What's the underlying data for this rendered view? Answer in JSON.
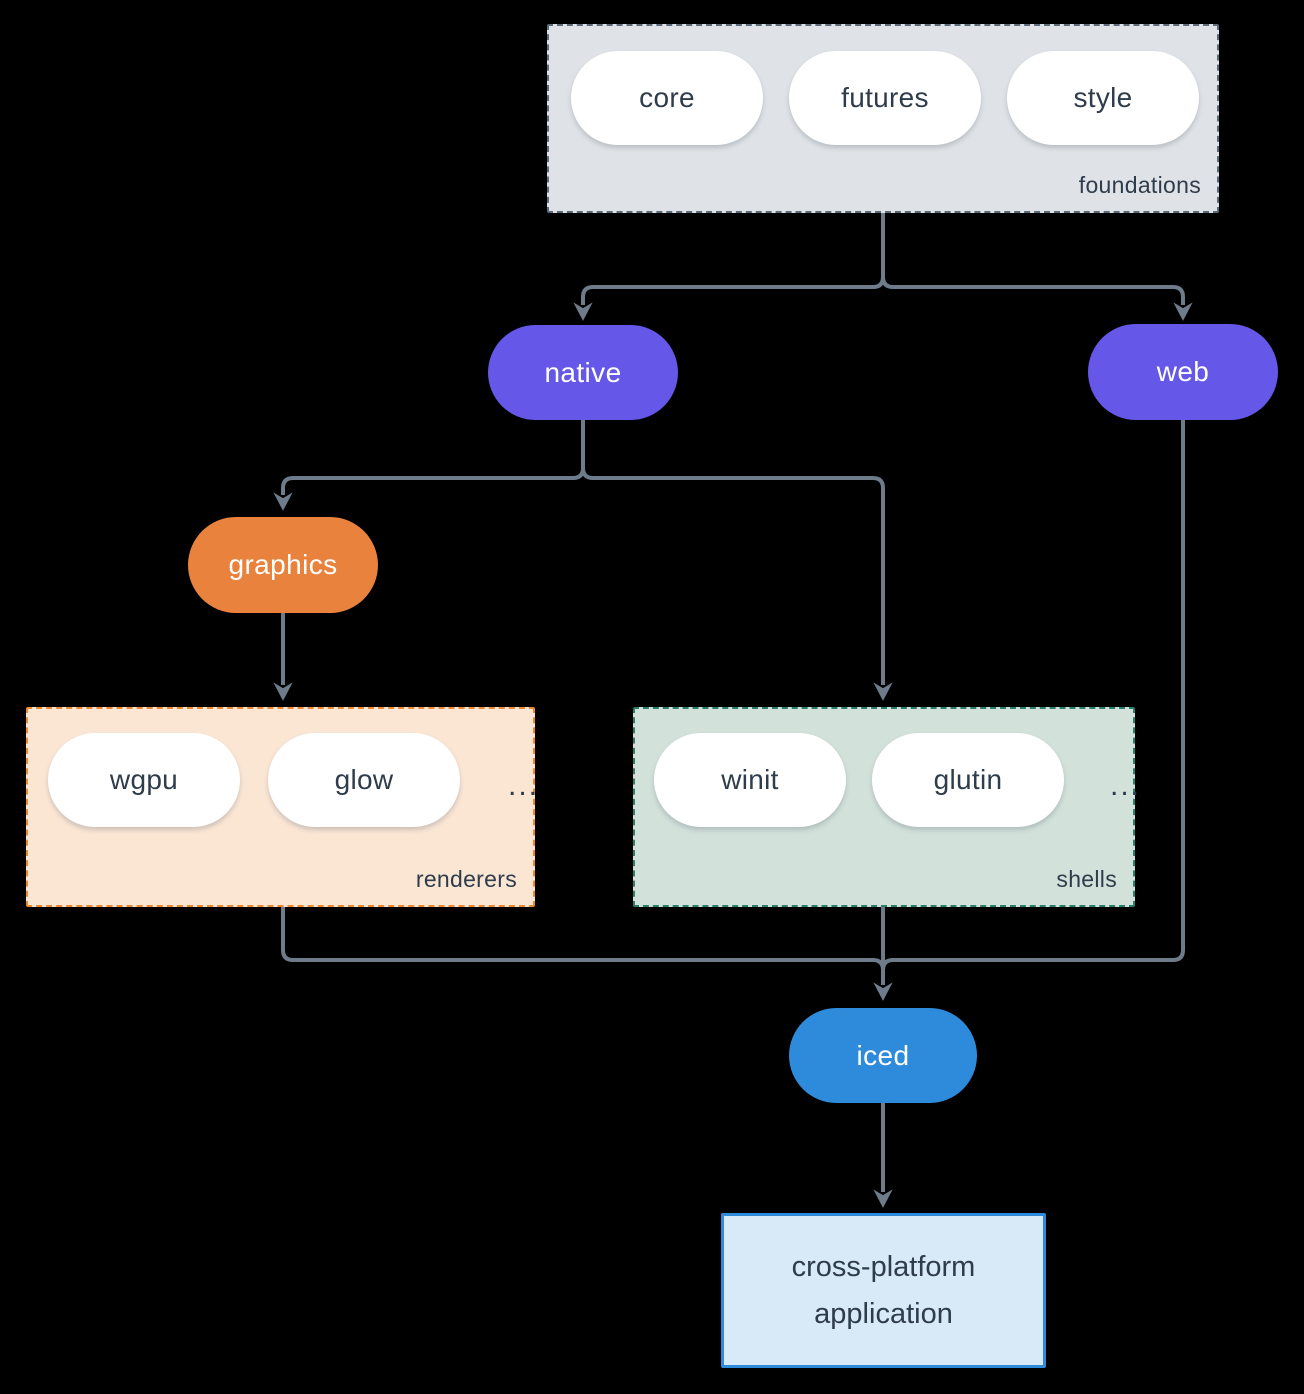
{
  "colors": {
    "background": "#000000",
    "connector": "#6d7b8a",
    "foundations_fill": "#dfe3e7",
    "foundations_border": "#5c6b7a",
    "node_purple": "#6557e8",
    "node_orange": "#e8823d",
    "node_blue": "#2e8bdb",
    "renderers_fill": "#fbe6d4",
    "renderers_border": "#ec8830",
    "shells_fill": "#d2e1da",
    "shells_border": "#2a7f6b",
    "application_fill": "#d8e9f8",
    "application_border": "#2e8bdb",
    "pill_fill": "#ffffff",
    "text_dark": "#2e3c4b"
  },
  "foundations": {
    "label": "foundations",
    "items": [
      "core",
      "futures",
      "style"
    ]
  },
  "nodes": {
    "native": "native",
    "web": "web",
    "graphics": "graphics",
    "iced": "iced"
  },
  "renderers": {
    "label": "renderers",
    "items": [
      "wgpu",
      "glow"
    ],
    "more": "..."
  },
  "shells": {
    "label": "shells",
    "items": [
      "winit",
      "glutin"
    ],
    "more": "..."
  },
  "application": {
    "label": "cross-platform application"
  }
}
